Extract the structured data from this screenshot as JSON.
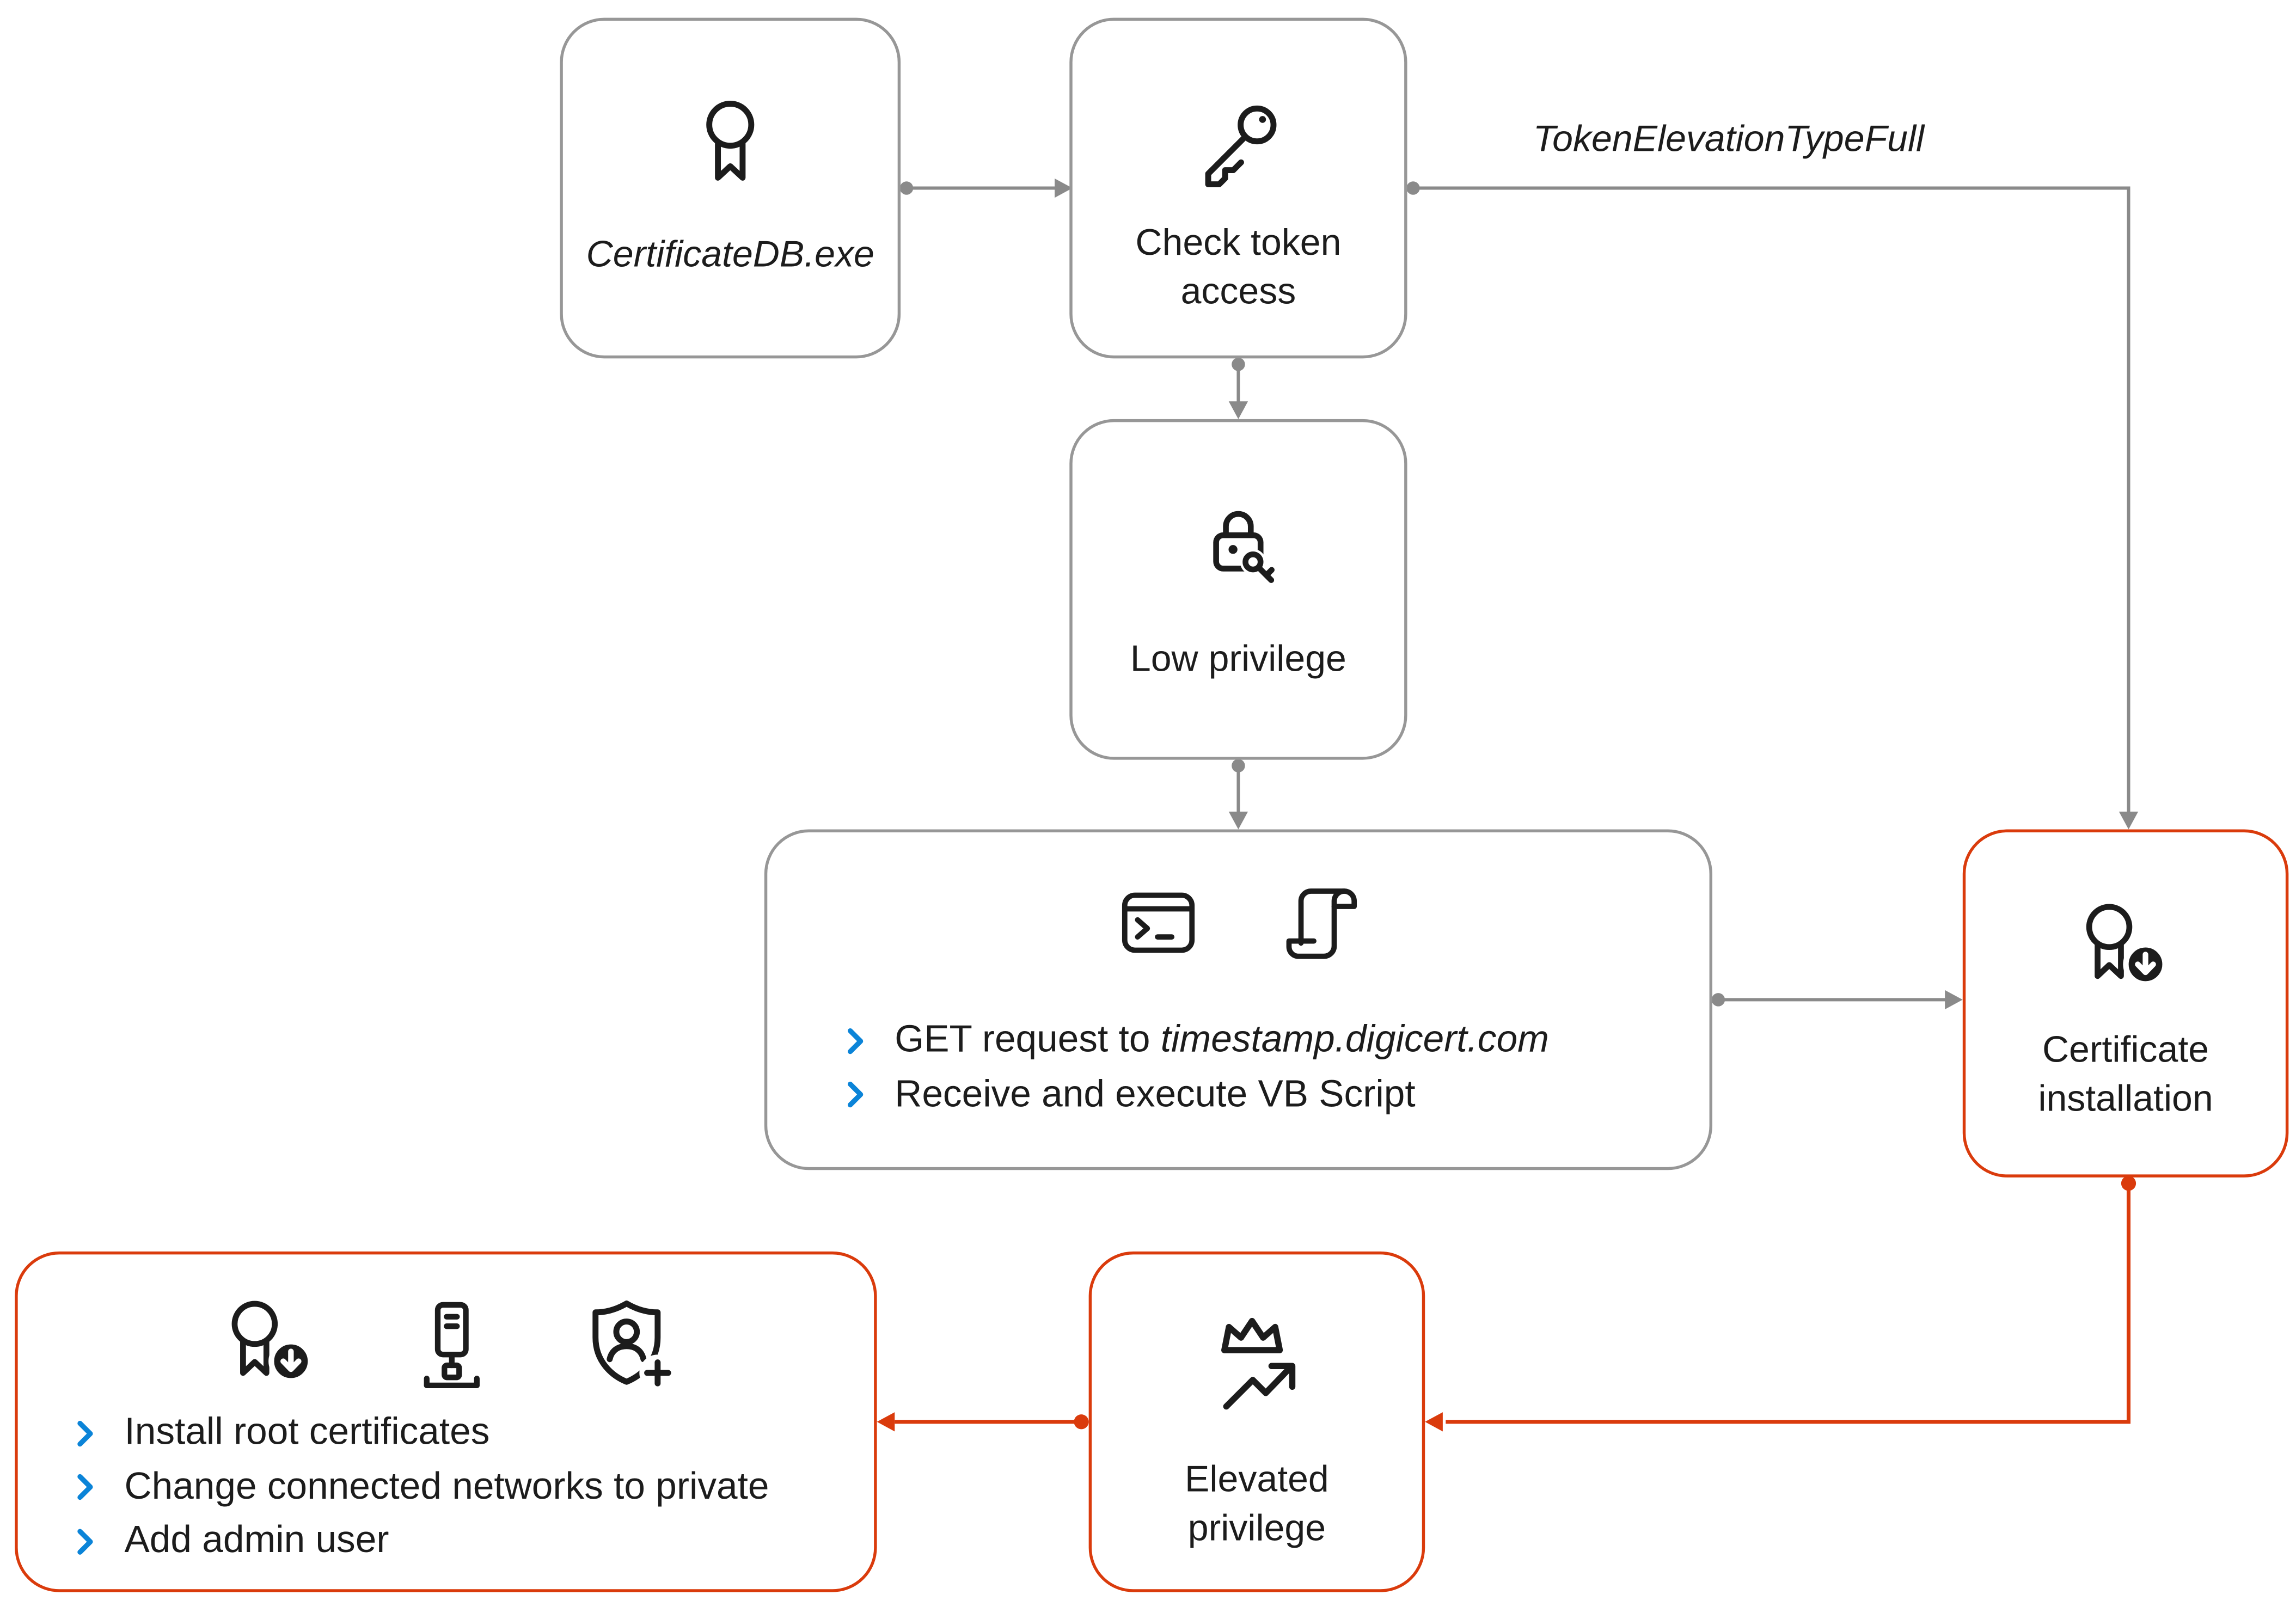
{
  "colors": {
    "accent": "#DA3B0C",
    "line_gray": "#8A8A8A",
    "border_gray": "#979797",
    "text": "#1C1C1C",
    "chevron_blue": "#0B84D8"
  },
  "icons": {
    "certificate_db": "certificate-award-icon",
    "check_token_access": "key-icon",
    "low_privilege": "lock-with-key-icon",
    "script_payload": [
      "terminal-icon",
      "script-scroll-icon"
    ],
    "certificate_installation": "certificate-download-icon",
    "elevated_privilege": "crown-trend-up-icon",
    "post_exploitation": [
      "certificate-download-icon",
      "server-network-icon",
      "shield-person-add-icon"
    ],
    "bullet": "chevron-right-icon"
  },
  "nodes": {
    "certificate_db": {
      "label": "CertificateDB.exe"
    },
    "check_token_access": {
      "label": "Check token access"
    },
    "low_privilege": {
      "label": "Low privilege"
    },
    "script_payload": {
      "bullet1_prefix": "GET request to ",
      "bullet1_domain": "timestamp.digicert.com",
      "bullet2": "Receive and execute VB Script"
    },
    "certificate_installation": {
      "label": "Certificate installation"
    },
    "elevated_privilege": {
      "label": "Elevated privilege"
    },
    "post_exploitation": {
      "bullets": [
        "Install root certificates",
        "Change connected networks to private",
        "Add admin user"
      ]
    }
  },
  "edges": {
    "token_elevation_label": "TokenElevationTypeFull"
  }
}
